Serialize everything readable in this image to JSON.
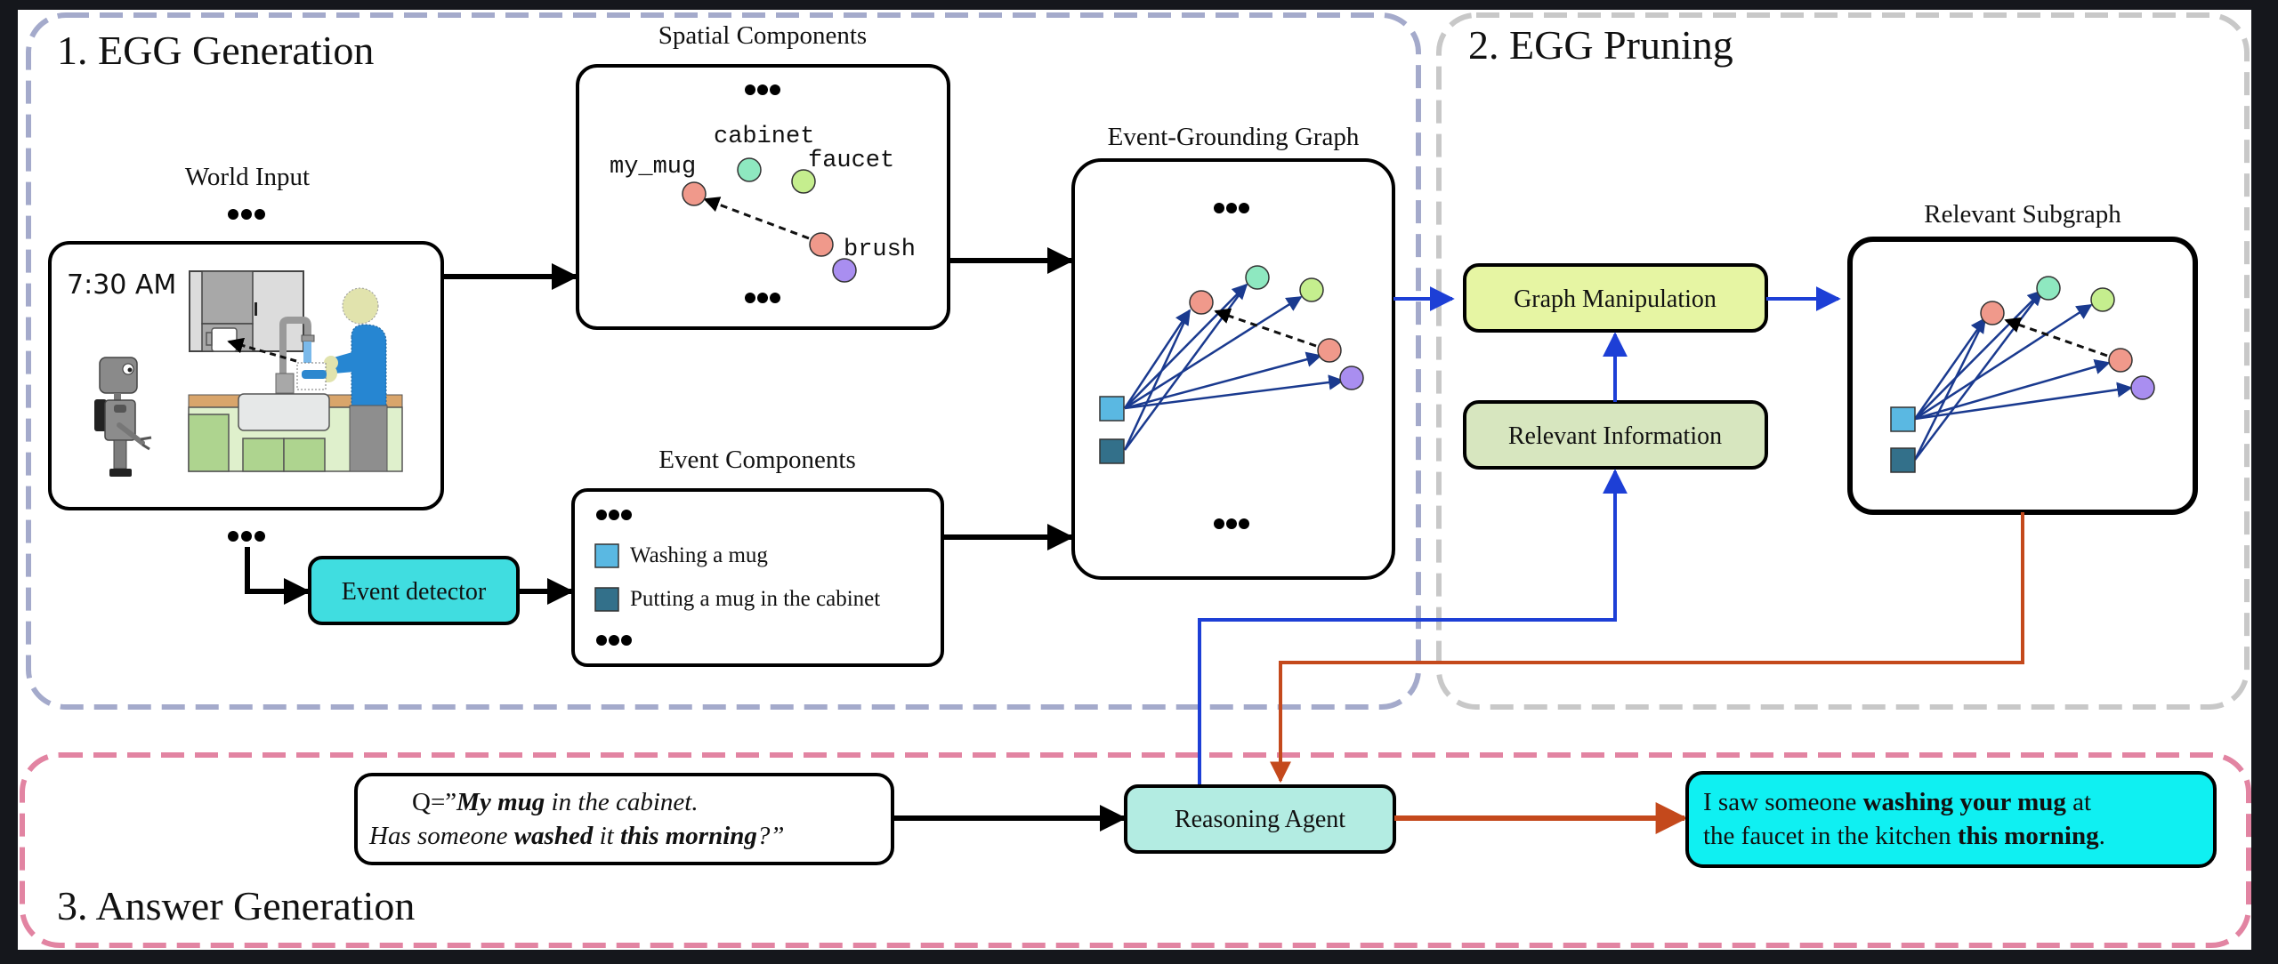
{
  "panels": {
    "generation": {
      "title": "1. EGG Generation",
      "border_color": "#a4aacb"
    },
    "pruning": {
      "title": "2. EGG Pruning",
      "border_color": "#c8c8c8"
    },
    "answer": {
      "title": "3. Answer Generation",
      "border_color": "#e284a2"
    }
  },
  "world_input": {
    "title": "World Input",
    "timestamp": "7:30 AM",
    "ellipsis": "•••"
  },
  "spatial_components": {
    "title": "Spatial Components",
    "nodes": [
      {
        "label": "my_mug",
        "color": "#f0998b"
      },
      {
        "label": "cabinet",
        "color": "#8ee8c0"
      },
      {
        "label": "faucet",
        "color": "#c5ee8e"
      },
      {
        "label": "brush",
        "color": "#f0998b"
      },
      {
        "label": "",
        "color": "#a98ef0"
      }
    ]
  },
  "event_detector": {
    "label": "Event detector",
    "color": "#40dde0"
  },
  "event_components": {
    "title": "Event Components",
    "items": [
      {
        "label": "Washing a mug",
        "color": "#5ab8e2"
      },
      {
        "label": "Putting a mug in the cabinet",
        "color": "#33708a"
      }
    ]
  },
  "egg": {
    "title": "Event-Grounding Graph"
  },
  "pruning": {
    "graph_manipulation": {
      "label": "Graph Manipulation",
      "color": "#e6f5a3"
    },
    "relevant_information": {
      "label": "Relevant Information",
      "color": "#d7e6bf"
    },
    "relevant_subgraph": {
      "title": "Relevant Subgraph"
    }
  },
  "answer_generation": {
    "question": {
      "line1": [
        {
          "text": "Q=”",
          "style": "normal"
        },
        {
          "text": "My mug",
          "style": "bold-italic"
        },
        {
          "text": " in the cabinet.",
          "style": "italic"
        }
      ],
      "line2": [
        {
          "text": "Has someone ",
          "style": "italic"
        },
        {
          "text": "washed",
          "style": "bold-italic"
        },
        {
          "text": " it ",
          "style": "italic"
        },
        {
          "text": "this morning",
          "style": "bold-italic"
        },
        {
          "text": "?”",
          "style": "italic"
        }
      ]
    },
    "reasoning_agent": {
      "label": "Reasoning Agent",
      "color": "#b3ece2"
    },
    "answer": {
      "color": "#0ff0f2",
      "line1": [
        {
          "text": "I saw someone ",
          "style": "normal"
        },
        {
          "text": "washing your mug",
          "style": "bold"
        },
        {
          "text": " at",
          "style": "normal"
        }
      ],
      "line2": [
        {
          "text": "the faucet in the kitchen ",
          "style": "normal"
        },
        {
          "text": "this morning",
          "style": "bold"
        },
        {
          "text": ".",
          "style": "normal"
        }
      ]
    }
  },
  "colors": {
    "flow_blue": "#1d3fd6",
    "flow_orange": "#c4491c",
    "edge_navy": "#1a3a8f"
  }
}
